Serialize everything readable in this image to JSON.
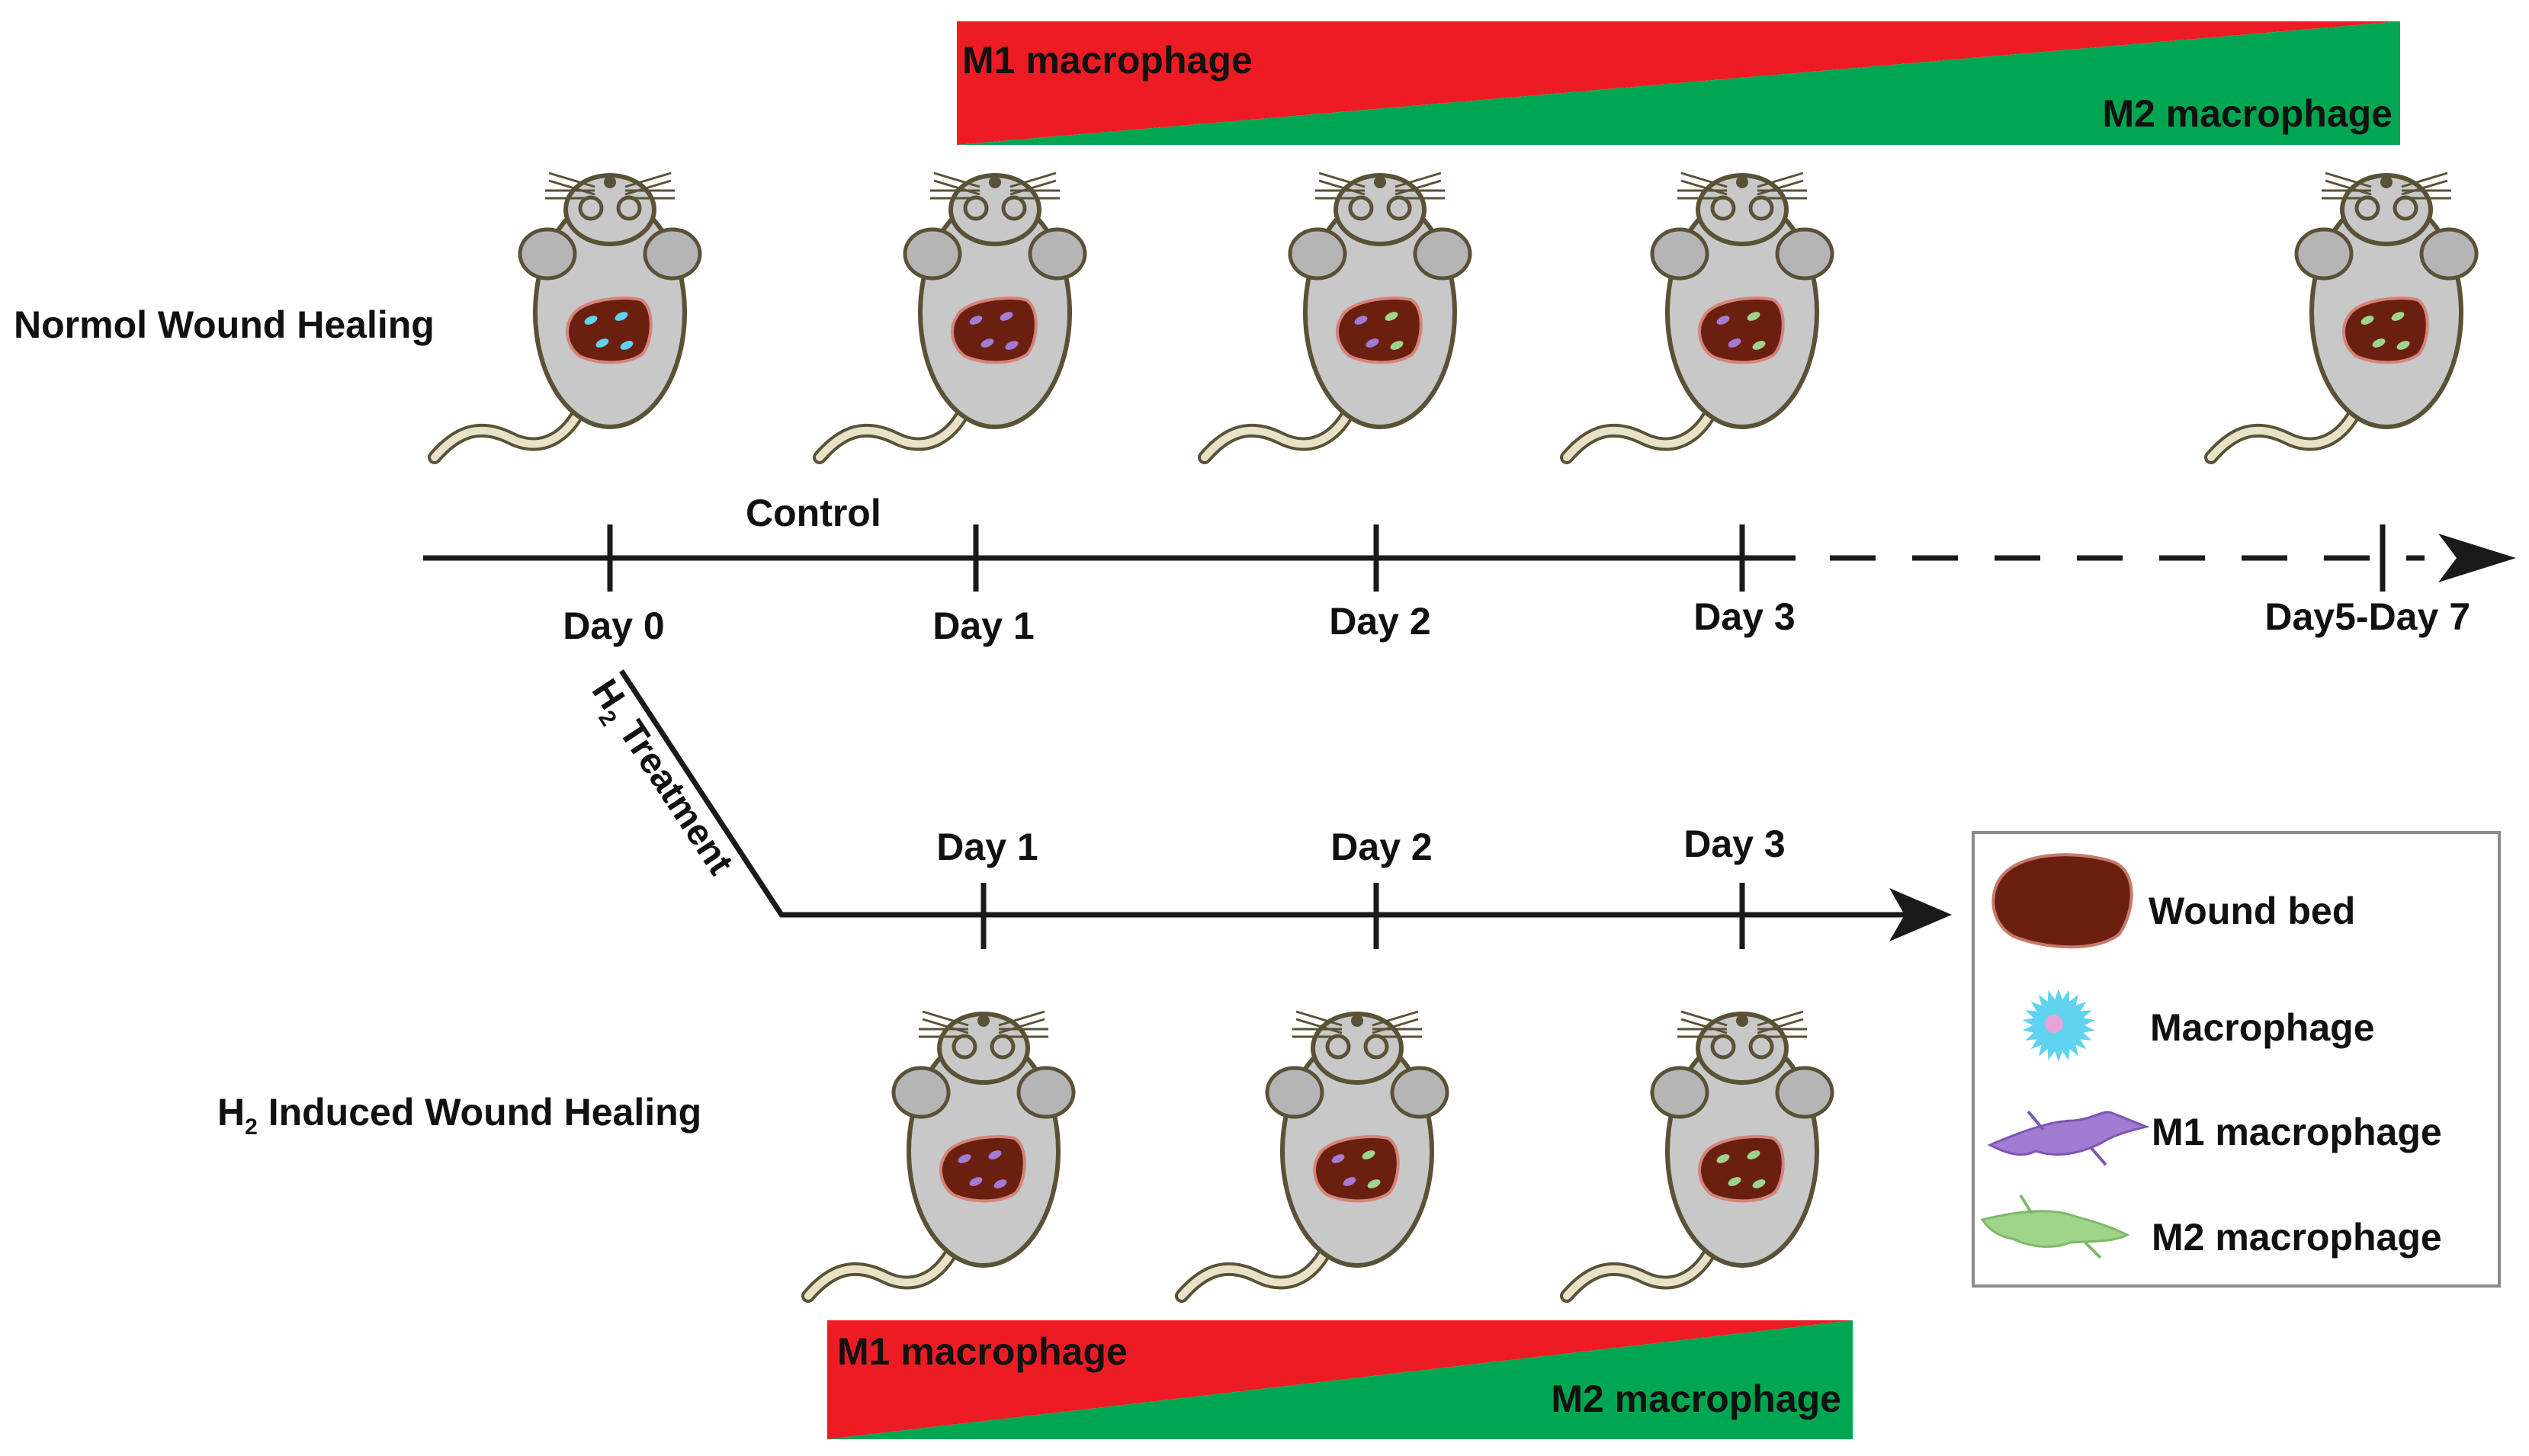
{
  "labels": {
    "normal_row": "Normol Wound Healing",
    "control": "Control",
    "h2_row_prefix": "H",
    "h2_row_sub": "2",
    "h2_row_suffix": " Induced Wound Healing",
    "treatment_prefix": "H",
    "treatment_sub": "2",
    "treatment_suffix": " Treatment"
  },
  "top_timeline": {
    "days": [
      "Day 0",
      "Day 1",
      "Day 2",
      "Day 3",
      "Day5-Day 7"
    ]
  },
  "bottom_timeline": {
    "days": [
      "Day 1",
      "Day 2",
      "Day 3"
    ]
  },
  "top_gradient": {
    "m1_label": "M1 macrophage",
    "m2_label": "M2 macrophage"
  },
  "bottom_gradient": {
    "m1_label": "M1 macrophage",
    "m2_label": "M2 macrophage"
  },
  "legend": {
    "items": [
      {
        "label": "Wound bed",
        "icon": "wound-bed-icon"
      },
      {
        "label": "Macrophage",
        "icon": "macrophage-icon"
      },
      {
        "label": "M1 macrophage",
        "icon": "m1-macrophage-icon"
      },
      {
        "label": "M2 macrophage",
        "icon": "m2-macrophage-icon"
      }
    ]
  },
  "mice": {
    "top": [
      {
        "day": "Day 0",
        "cells": "macrophage"
      },
      {
        "day": "Day 1",
        "cells": "m1"
      },
      {
        "day": "Day 2",
        "cells": "m1-m2"
      },
      {
        "day": "Day 3",
        "cells": "m1-m2"
      },
      {
        "day": "Day5-Day 7",
        "cells": "m2"
      }
    ],
    "bottom": [
      {
        "day": "Day 1",
        "cells": "m1"
      },
      {
        "day": "Day 2",
        "cells": "m1-m2"
      },
      {
        "day": "Day 3",
        "cells": "m2"
      }
    ]
  },
  "colors": {
    "m1_red": "#ed1c24",
    "m2_green": "#00a651",
    "mouse_body": "#c8c8c8",
    "mouse_outline": "#595236",
    "wound": "#6b1f0f",
    "macrophage": "#5fd3f0",
    "m1_cell": "#a27bd3",
    "m2_cell": "#9fd58a"
  }
}
